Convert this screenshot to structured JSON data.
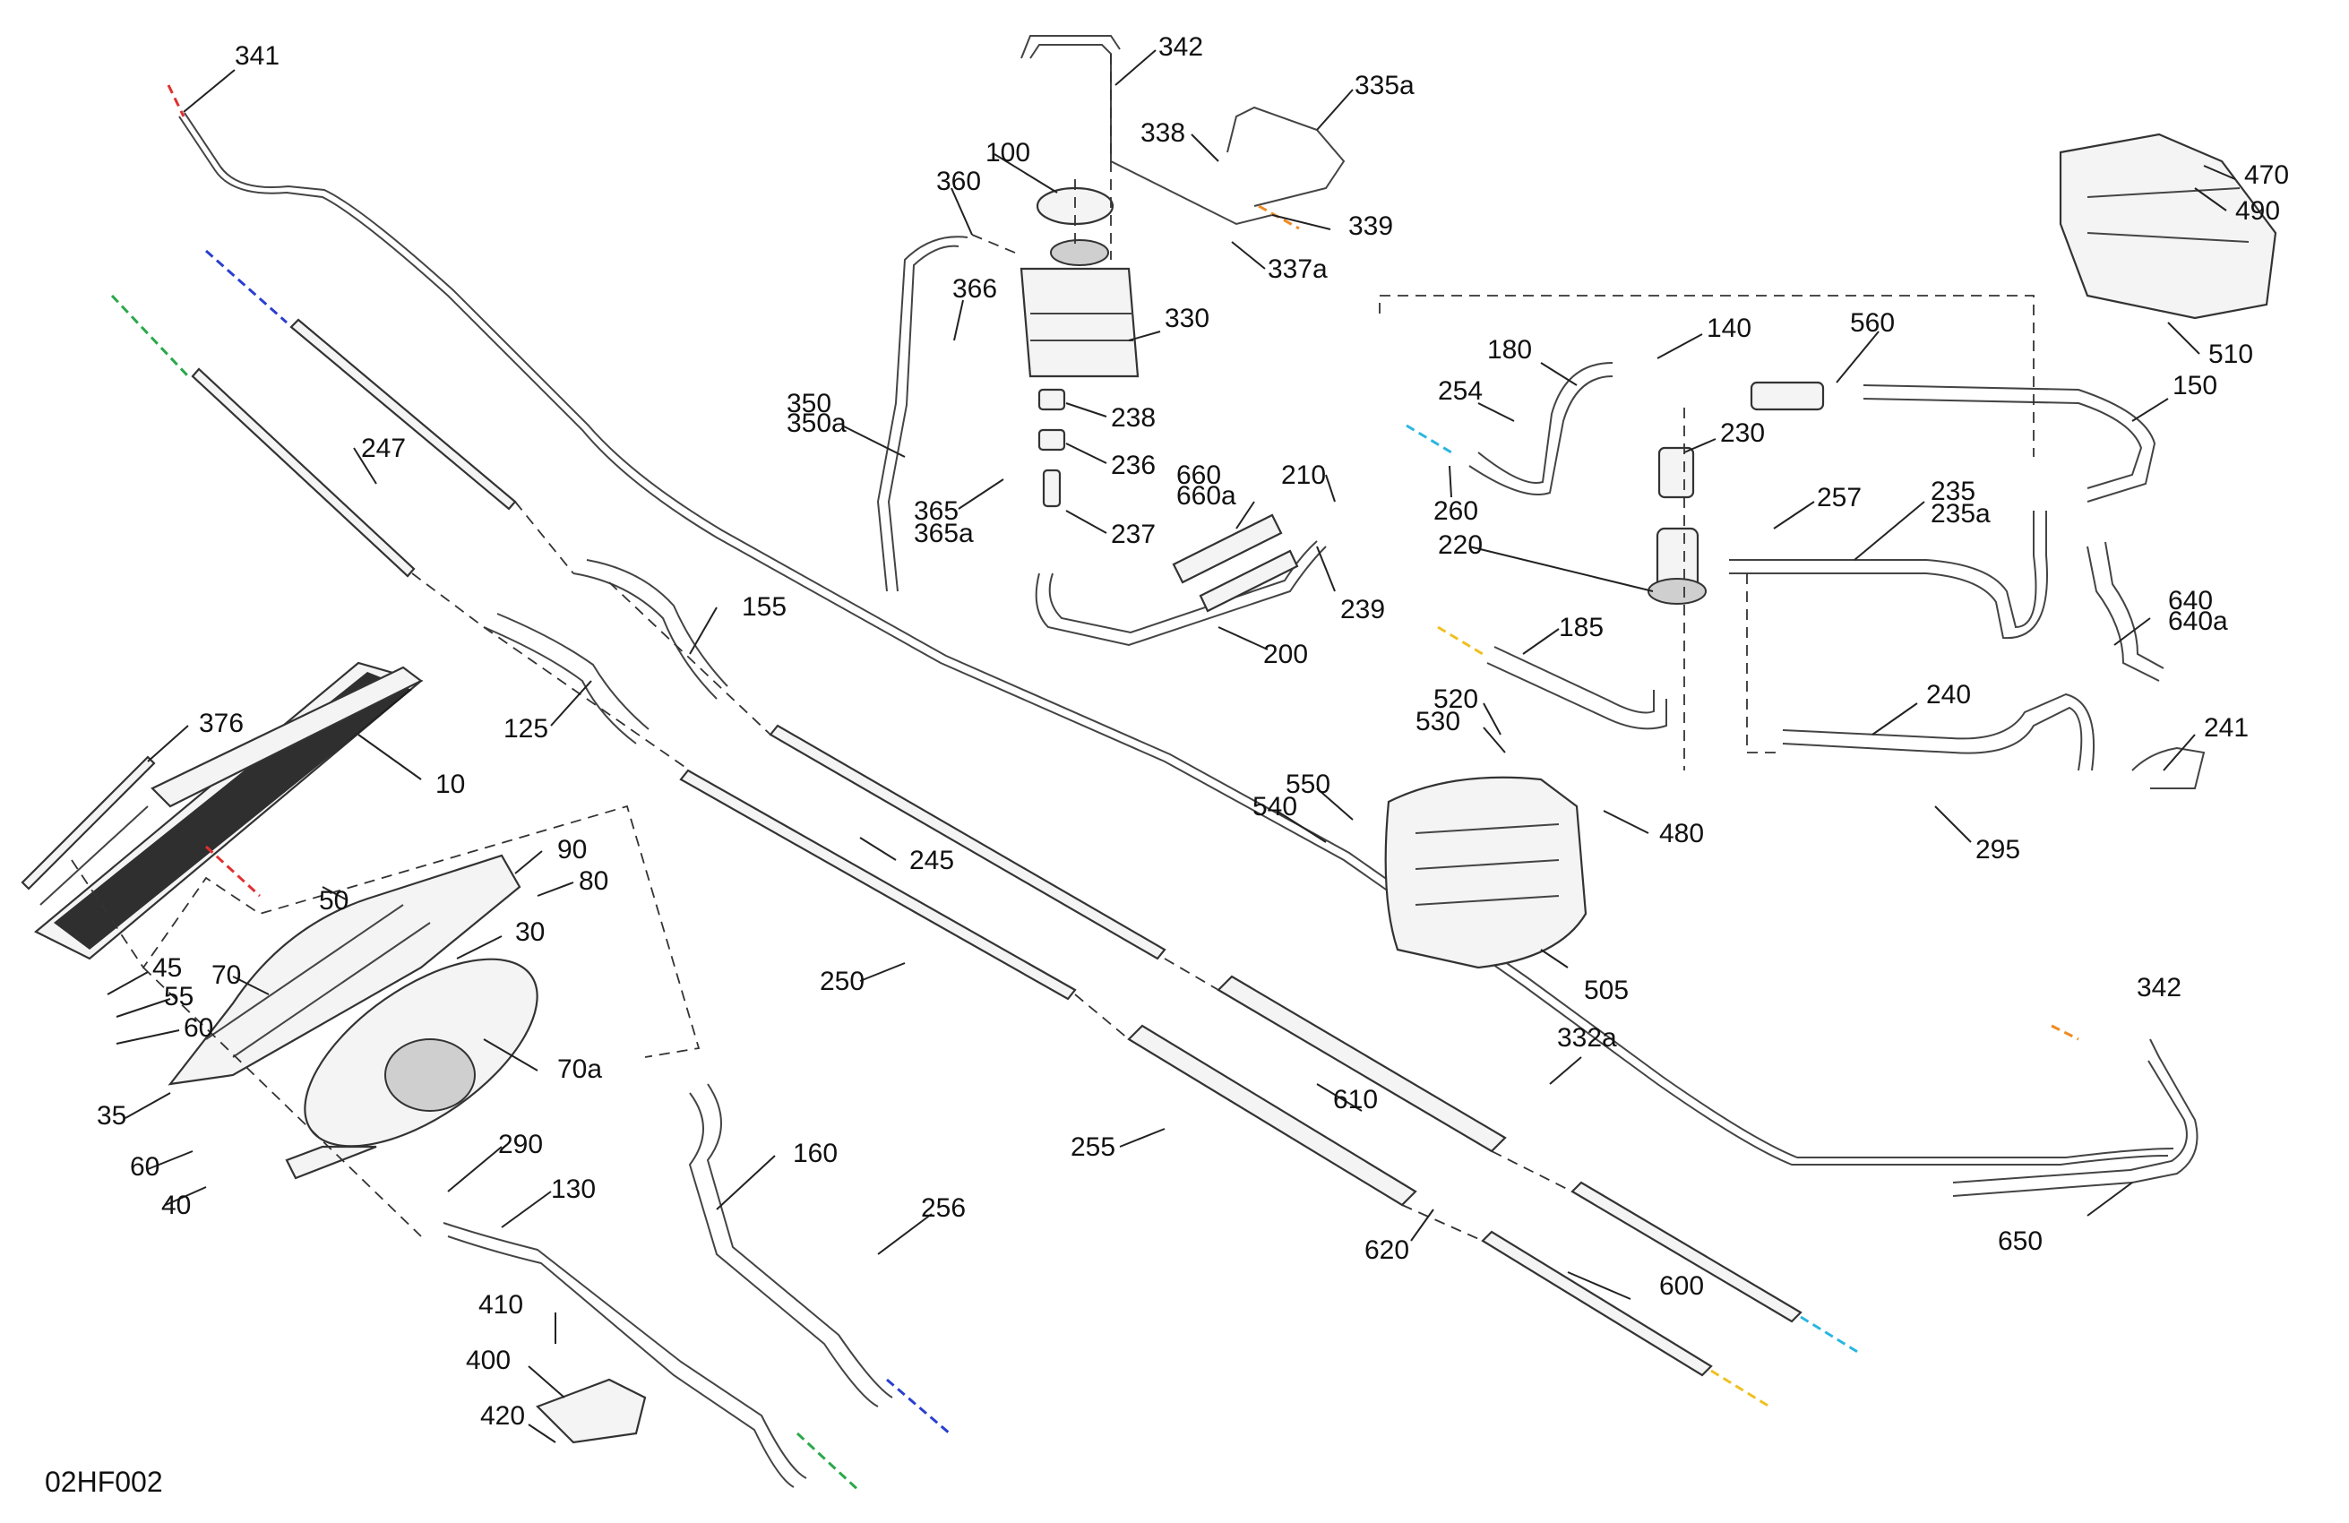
{
  "document_id": "02HF002",
  "parts": [
    {
      "ref": "341"
    },
    {
      "ref": "342"
    },
    {
      "ref": "335a"
    },
    {
      "ref": "338"
    },
    {
      "ref": "100"
    },
    {
      "ref": "339"
    },
    {
      "ref": "360"
    },
    {
      "ref": "337a"
    },
    {
      "ref": "366"
    },
    {
      "ref": "330"
    },
    {
      "ref": "350"
    },
    {
      "ref": "350a"
    },
    {
      "ref": "238"
    },
    {
      "ref": "236"
    },
    {
      "ref": "365"
    },
    {
      "ref": "365a"
    },
    {
      "ref": "237"
    },
    {
      "ref": "660"
    },
    {
      "ref": "660a"
    },
    {
      "ref": "210"
    },
    {
      "ref": "239"
    },
    {
      "ref": "200"
    },
    {
      "ref": "247"
    },
    {
      "ref": "155"
    },
    {
      "ref": "125"
    },
    {
      "ref": "376"
    },
    {
      "ref": "10"
    },
    {
      "ref": "90"
    },
    {
      "ref": "80"
    },
    {
      "ref": "50"
    },
    {
      "ref": "30"
    },
    {
      "ref": "70"
    },
    {
      "ref": "45"
    },
    {
      "ref": "55"
    },
    {
      "ref": "60"
    },
    {
      "ref": "35"
    },
    {
      "ref": "40"
    },
    {
      "ref": "70a"
    },
    {
      "ref": "245"
    },
    {
      "ref": "250"
    },
    {
      "ref": "160"
    },
    {
      "ref": "290"
    },
    {
      "ref": "130"
    },
    {
      "ref": "255"
    },
    {
      "ref": "256"
    },
    {
      "ref": "410"
    },
    {
      "ref": "400"
    },
    {
      "ref": "420"
    },
    {
      "ref": "610"
    },
    {
      "ref": "620"
    },
    {
      "ref": "600"
    },
    {
      "ref": "332a"
    },
    {
      "ref": "650"
    },
    {
      "ref": "180"
    },
    {
      "ref": "140"
    },
    {
      "ref": "560"
    },
    {
      "ref": "150"
    },
    {
      "ref": "254"
    },
    {
      "ref": "230"
    },
    {
      "ref": "260"
    },
    {
      "ref": "257"
    },
    {
      "ref": "235"
    },
    {
      "ref": "235a"
    },
    {
      "ref": "220"
    },
    {
      "ref": "640"
    },
    {
      "ref": "640a"
    },
    {
      "ref": "185"
    },
    {
      "ref": "520"
    },
    {
      "ref": "530"
    },
    {
      "ref": "240"
    },
    {
      "ref": "241"
    },
    {
      "ref": "550"
    },
    {
      "ref": "540"
    },
    {
      "ref": "480"
    },
    {
      "ref": "295"
    },
    {
      "ref": "505"
    },
    {
      "ref": "470"
    },
    {
      "ref": "490"
    },
    {
      "ref": "510"
    }
  ],
  "leader_colors": {
    "red": "#e03030",
    "blue": "#2a3fd0",
    "green": "#2aa84a",
    "cyan": "#29b6e0",
    "yellow": "#f0c020",
    "orange": "#f08a20"
  }
}
